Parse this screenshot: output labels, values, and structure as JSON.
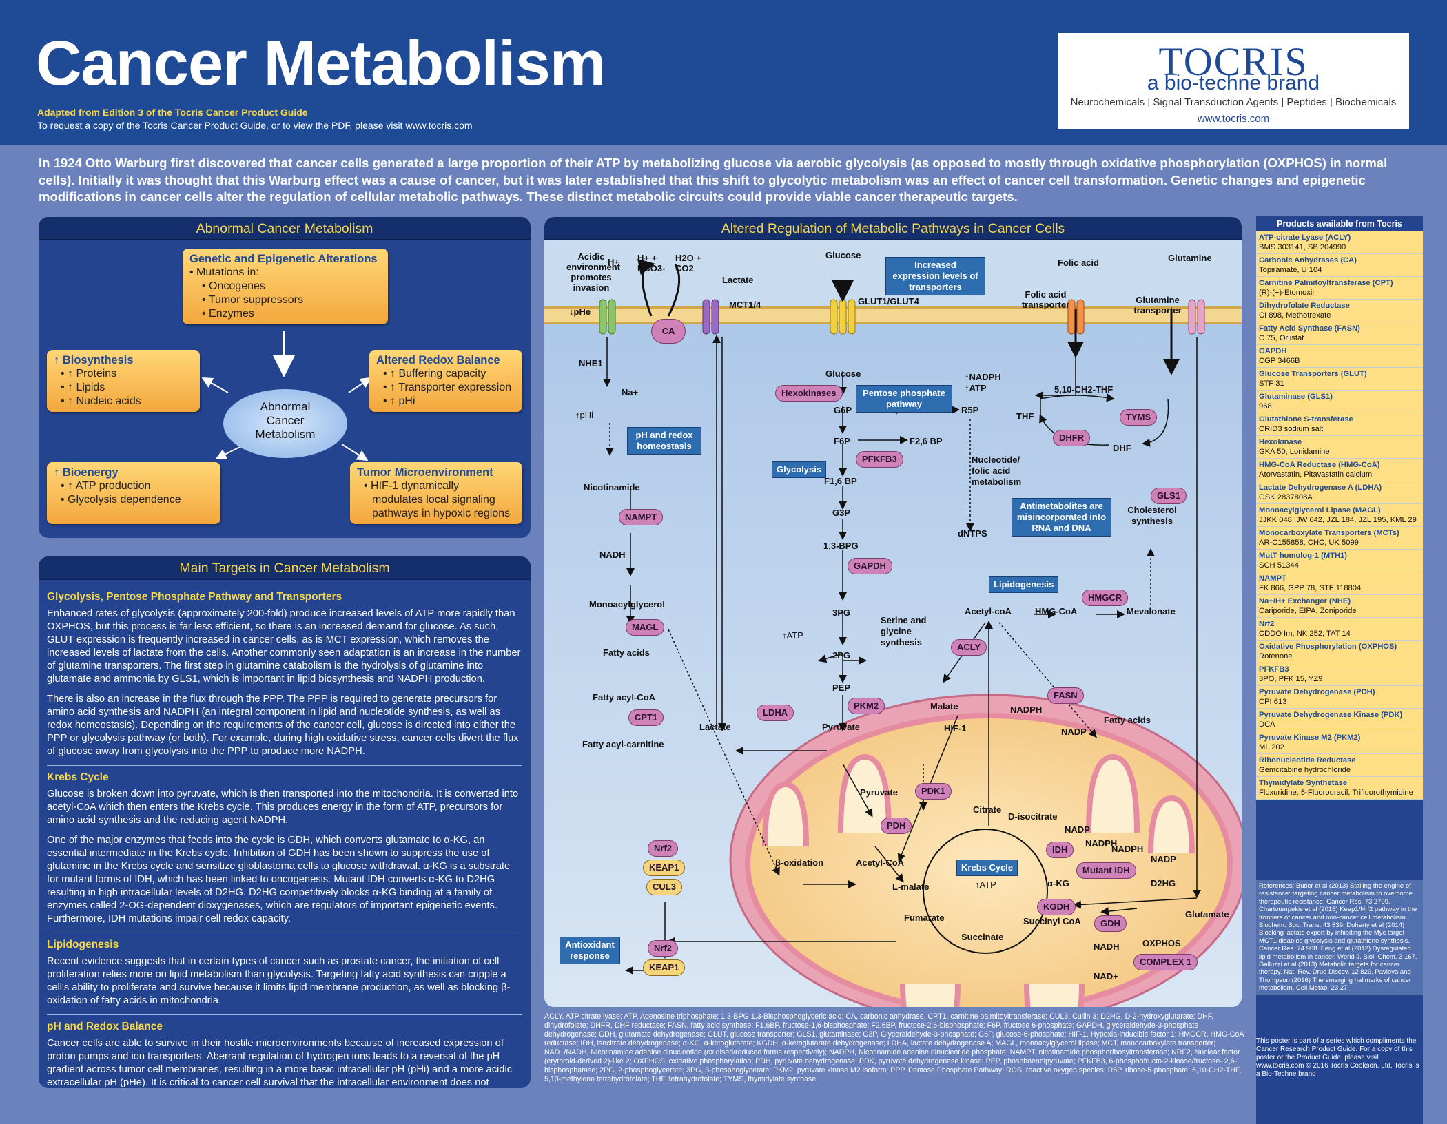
{
  "header": {
    "title": "Cancer Metabolism",
    "adapted": "Adapted from Edition 3 of the Tocris Cancer Product Guide",
    "request": "To request a copy of the Tocris Cancer Product Guide, or to view the PDF, please visit www.tocris.com"
  },
  "logo": {
    "name": "TOCRIS",
    "tagline": "a bio-techne brand",
    "categories": "Neurochemicals | Signal Transduction Agents | Peptides | Biochemicals",
    "url": "www.tocris.com"
  },
  "intro": "In 1924 Otto Warburg first discovered that cancer cells generated a large proportion of their ATP by metabolizing glucose via aerobic glycolysis (as opposed to mostly through oxidative phosphorylation (OXPHOS) in normal cells). Initially it was thought that this Warburg effect was a cause of cancer, but it was later established that this shift to glycolytic metabolism was an effect of cancer cell transformation. Genetic changes and epigenetic modifications in cancer cells alter the regulation of cellular metabolic pathways. These distinct metabolic circuits could provide viable cancer therapeutic targets.",
  "abnormal": {
    "title": "Abnormal Cancer Metabolism",
    "center": "Abnormal Cancer Metabolism",
    "genetic": {
      "h": "Genetic and Epigenetic Alterations",
      "lines": [
        "• Mutations in:",
        "• Oncogenes",
        "• Tumor suppressors",
        "• Enzymes"
      ]
    },
    "biosynthesis": {
      "h": "↑ Biosynthesis",
      "lines": [
        "• ↑ Proteins",
        "• ↑ Lipids",
        "• ↑ Nucleic acids"
      ]
    },
    "redox": {
      "h": "Altered Redox Balance",
      "lines": [
        "• ↑ Buffering capacity",
        "• ↑ Transporter expression",
        "• ↑ pHi"
      ]
    },
    "bioenergy": {
      "h": "↑ Bioenergy",
      "lines": [
        "• ↑ ATP production",
        "• Glycolysis dependence"
      ]
    },
    "micro": {
      "h": "Tumor Microenvironment",
      "lines": [
        "• HIF-1 dynamically",
        "modulates local signaling",
        "pathways in hypoxic regions"
      ]
    }
  },
  "targets": {
    "title": "Main Targets in Cancer Metabolism",
    "sections": [
      {
        "h": "Glycolysis, Pentose Phosphate Pathway and Transporters",
        "p": [
          "Enhanced rates of glycolysis (approximately 200-fold) produce increased levels of ATP more rapidly than OXPHOS, but this process is far less efficient, so there is an increased demand for glucose. As such, GLUT expression is frequently increased in cancer cells, as is MCT expression, which removes the increased levels of lactate from the cells. Another commonly seen adaptation is an increase in the number of glutamine transporters. The first step in glutamine catabolism is the hydrolysis of glutamine into glutamate and ammonia by GLS1, which is important in lipid biosynthesis and NADPH production.",
          "There is also an increase in the flux through the PPP. The PPP is required to generate precursors for amino acid synthesis and NADPH (an integral component in lipid and nucleotide synthesis, as well as redox homeostasis). Depending on the requirements of the cancer cell, glucose is directed into either the PPP or glycolysis pathway (or both). For example, during high oxidative stress, cancer cells divert the flux of glucose away from glycolysis into the PPP to produce more NADPH."
        ]
      },
      {
        "h": "Krebs Cycle",
        "p": [
          "Glucose is broken down into pyruvate, which is then transported into the mitochondria. It is converted into acetyl-CoA which then enters the Krebs cycle. This produces energy in the form of ATP, precursors for amino acid synthesis and the reducing agent NADPH.",
          "One of the major enzymes that feeds into the cycle is GDH, which converts glutamate to α-KG, an essential intermediate in the Krebs cycle. Inhibition of GDH has been shown to suppress the use of glutamine in the Krebs cycle and sensitize glioblastoma cells to glucose withdrawal. α-KG is a substrate for mutant forms of IDH, which has been linked to oncogenesis. Mutant IDH converts α-KG to D2HG resulting in high intracellular levels of D2HG. D2HG competitively blocks α-KG binding at a family of enzymes called 2-OG-dependent dioxygenases, which are regulators of important epigenetic events. Furthermore, IDH mutations impair cell redox capacity."
        ]
      },
      {
        "h": "Lipidogenesis",
        "p": [
          "Recent evidence suggests that in certain types of cancer such as prostate cancer, the initiation of cell proliferation relies more on lipid metabolism than glycolysis. Targeting fatty acid synthesis can cripple a cell's ability to proliferate and survive because it limits lipid membrane production, as well as blocking β-oxidation of fatty acids in mitochondria."
        ]
      },
      {
        "h": "pH and Redox Balance",
        "p": [
          "Cancer cells are able to survive in their hostile microenvironments because of increased expression of proton pumps and ion transporters. Aberrant regulation of hydrogen ions leads to a reversal of the pH gradient across tumor cell membranes, resulting in a more basic intracellular pH (pHi) and a more acidic extracellular pH (pHe). It is critical to cancer cell survival that the intracellular environment does not become acidified because this could induce apoptosis."
        ]
      }
    ]
  },
  "diagram": {
    "title": "Altered Regulation of Metabolic Pathways in Cancer Cells",
    "labels": {
      "acidic": "Acidic environment promotes invasion",
      "phe": "↓pHe",
      "hplus": "H+",
      "hco3": "H+ + HCO3-",
      "h2o": "H2O + CO2",
      "lactate_out": "Lactate",
      "mct": "MCT1/4",
      "glucose_out": "Glucose",
      "glut": "GLUT1/GLUT4",
      "folic": "Folic acid",
      "folic_tr": "Folic acid transporter",
      "glutamine": "Glutamine",
      "gln_tr": "Glutamine transporter",
      "nhe1": "NHE1",
      "na": "Na+",
      "phi": "↑pHi",
      "glucose_in": "Glucose",
      "g6p": "G6P",
      "f6p_ppp": "F6P",
      "r5p": "R5P",
      "nadph_atp": "↑NADPH ↑ATP",
      "f6p": "F6P",
      "f26bp": "F2,6 BP",
      "f16bp": "F1,6 BP",
      "g3p": "G3P",
      "bpg": "1,3-BPG",
      "pg3": "3PG",
      "serine": "Serine and glycine synthesis",
      "atp_up": "↑ATP",
      "pg2": "2PG",
      "pep": "PEP",
      "pyruvate": "Pyruvate",
      "lactate_in": "Lactate",
      "nicotinamide": "Nicotinamide",
      "nadh": "NADH",
      "mag": "Monoacylglycerol",
      "fatty": "Fatty acids",
      "facoa": "Fatty acyl-CoA",
      "facarn": "Fatty acyl-carnitine",
      "nucleotide": "Nucleotide/ folic acid metabolism",
      "dntps": "dNTPS",
      "thf": "THF",
      "methf": "5,10-CH2-THF",
      "dhf": "DHF",
      "chol": "Cholesterol synthesis",
      "acetylcoa_c": "Acetyl-coA",
      "hmgcoa": "HMG-CoA",
      "mevalonate": "Mevalonate",
      "malate": "Malate",
      "hif1": "HIF-1",
      "nadph_c": "NADPH",
      "nadp_c": "NADP",
      "fatty_c": "Fatty acids",
      "pyr_mito": "Pyruvate",
      "citrate": "Citrate",
      "disocit": "D-isocitrate",
      "boxid": "β-oxidation",
      "acetylcoa": "Acetyl-CoA",
      "lmalate": "L-malate",
      "atp_k": "↑ATP",
      "akg": "α-KG",
      "d2hg": "D2HG",
      "fumarate": "Fumarate",
      "succcoa": "Succinyl CoA",
      "succinate": "Succinate",
      "glutamate": "Glutamate",
      "nadp1": "NADP",
      "nadph1": "NADPH",
      "nadph2": "NADPH",
      "nadp2": "NADP",
      "nadh_m": "NADH",
      "nadplus": "NAD+",
      "oxphos": "OXPHOS"
    },
    "enzymes": {
      "ca": "CA",
      "hexo": "Hexokinases",
      "pfkfb3": "PFKFB3",
      "gapdh": "GAPDH",
      "pkm2": "PKM2",
      "ldha": "LDHA",
      "nampt": "NAMPT",
      "magl": "MAGL",
      "cpt1": "CPT1",
      "dhfr": "DHFR",
      "tyms": "TYMS",
      "gls1": "GLS1",
      "hmgcr": "HMGCR",
      "acly": "ACLY",
      "fasn": "FASN",
      "pdk1": "PDK1",
      "pdh": "PDH",
      "idh": "IDH",
      "mutidh": "Mutant IDH",
      "kgdh": "KGDH",
      "gdh": "GDH",
      "complex1": "COMPLEX 1",
      "nrf2a": "Nrf2",
      "keap1a": "KEAP1",
      "cul3": "CUL3",
      "nrf2b": "Nrf2",
      "keap1b": "KEAP1"
    },
    "boxes": {
      "transport": "Increased expression levels of transporters",
      "ppp": "Pentose phosphate pathway",
      "phredox": "pH and redox homeostasis",
      "glycolysis": "Glycolysis",
      "antimet": "Antimetabolites are misincorporated into RNA and DNA",
      "lipido": "Lipidogenesis",
      "krebs": "Krebs Cycle",
      "antiox": "Antioxidant response"
    }
  },
  "products": {
    "title": "Products available from Tocris",
    "items": [
      {
        "n": "ATP-citrate Lyase (ACLY)",
        "c": "BMS 303141, SB 204990"
      },
      {
        "n": "Carbonic Anhydrases (CA)",
        "c": "Topiramate, U 104"
      },
      {
        "n": "Carnitine Palmitoyltransferase (CPT)",
        "c": "(R)-(+)-Etomoxir"
      },
      {
        "n": "Dihydrofolate Reductase",
        "c": "CI 898, Methotrexate"
      },
      {
        "n": "Fatty Acid Synthase (FASN)",
        "c": "C 75, Orlistat"
      },
      {
        "n": "GAPDH",
        "c": "CGP 3466B"
      },
      {
        "n": "Glucose Transporters (GLUT)",
        "c": "STF 31"
      },
      {
        "n": "Glutaminase (GLS1)",
        "c": "968"
      },
      {
        "n": "Glutathione S-transferase",
        "c": "CRID3 sodium salt"
      },
      {
        "n": "Hexokinase",
        "c": "GKA 50, Lonidamine"
      },
      {
        "n": "HMG-CoA Reductase (HMG-CoA)",
        "c": "Atorvastatin, Pitavastatin calcium"
      },
      {
        "n": "Lactate Dehydrogenase A (LDHA)",
        "c": "GSK 2837808A"
      },
      {
        "n": "Monoacylglycerol Lipase (MAGL)",
        "c": "JJKK 048, JW 642, JZL 184, JZL 195, KML 29"
      },
      {
        "n": "Monocarboxylate Transporters (MCTs)",
        "c": "AR-C155858, CHC, UK 5099"
      },
      {
        "n": "MutT homolog-1 (MTH1)",
        "c": "SCH 51344"
      },
      {
        "n": "NAMPT",
        "c": "FK 866, GPP 78, STF 118804"
      },
      {
        "n": "Na+/H+ Exchanger (NHE)",
        "c": "Cariporide, EIPA, Zoniporide"
      },
      {
        "n": "Nrf2",
        "c": "CDDO Im, NK 252, TAT 14"
      },
      {
        "n": "Oxidative Phosphorylation (OXPHOS)",
        "c": "Rotenone"
      },
      {
        "n": "PFKFB3",
        "c": "3PO, PFK 15, YZ9"
      },
      {
        "n": "Pyruvate Dehydrogenase (PDH)",
        "c": "CPI 613"
      },
      {
        "n": "Pyruvate Dehydrogenase Kinase (PDK)",
        "c": "DCA"
      },
      {
        "n": "Pyruvate Kinase M2 (PKM2)",
        "c": "ML 202"
      },
      {
        "n": "Ribonucleotide Reductase",
        "c": "Gemcitabine hydrochloride"
      },
      {
        "n": "Thymidylate Synthetase",
        "c": "Floxuridine, 5-Fluorouracil, Trifluorothymidine"
      }
    ]
  },
  "references": "References: Butler et al (2013) Stalling the engine of resistance: targeting cancer metabolism to overcome therapeutic resistance. Cancer Res. 73 2709. Chartoumpekis et al (2015) Keap1/Nrf2 pathway in the frontiers of cancer and non-cancer cell metabolism. Biochem. Soc. Trans. 43 639. Doherty et al (2014) Blocking lactate export by inhibiting the Myc target MCT1 disables glycolysis and glutathione synthesis. Cancer Res. 74 908. Feng et al (2012) Dysregulated lipid metabolism in cancer. World J. Biol. Chem. 3 167. Galluzzi et al (2013) Metabolic targets for cancer therapy. Nat. Rev. Drug Discov. 12 829. Pavlova and Thompson (2016) The emerging hallmarks of cancer metabolism. Cell Metab. 23 27.",
  "credit": "This poster is part of a series which compliments the Cancer Research Product Guide. For a copy of this poster or the Product Guide, please visit www.tocris.com © 2016 Tocris Cookson, Ltd. Tocris is a Bio-Techne brand",
  "abbreviations": "ACLY, ATP citrate lyase; ATP, Adenosine triphosphate; 1,3-BPG 1,3-Bisphosphoglyceric acid; CA, carbonic anhydrase, CPT1, carnitine palmitoyltransferase; CUL3, Cullin 3; D2HG, D-2-hydroxyglutarate; DHF, dihydrofolate; DHFR, DHF reductase; FASN, fatty acid synthase; F1,6BP, fructose-1,6-bisphosphate; F2,6BP, fructose-2,6-bisphosphate; F6P, fructose 6-phosphate; GAPDH, glyceraldehyde-3-phosphate dehydrogenase; GDH, glutamate dehydrogenase; GLUT, glucose transporter; GLS1, glutaminase; G3P, Glyceraldehyde-3-phosphate; G6P, glucose-6-phosphate; HIF-1, Hypoxia-inducible factor 1; HMGCR, HMG-CoA reductase; IDH, isocitrate dehydrogenase; α-KG, α-ketoglutarate; KGDH, α-ketoglutarate dehydrogenase; LDHA, lactate dehydrogenase A; MAGL, monoacylglycerol lipase; MCT, monocarboxylate transporter; NAD+/NADH, Nicotinamide adenine dinucleotide (oxidised/reduced forms respectively); NADPH, Nicotinamide adenine dinucleotide phosphate; NAMPT, nicotinamide phosphoribosyltransferase; NRF2, Nuclear factor (erythroid-derived 2)-like 2; OXPHOS, oxidative phosphorylation; PDH, pyruvate dehydrogenase; PDK, pyruvate dehydrogenase kinase; PEP, phosphoenolpyruvate; PFKFB3, 6-phosphofructo-2-kinase/fructose- 2,6-bisphosphatase; 2PG, 2-phosphoglycerate; 3PG, 3-phosphoglycerate; PKM2, pyruvate kinase M2 isoform; PPP, Pentose Phosphate Pathway; ROS, reactive oxygen species; R5P, ribose-5-phosphate; 5,10-CH2-THF, 5,10-methylene tetrahydrofolate; THF, tetrahydrofolate; TYMS, thymidylate synthase."
}
